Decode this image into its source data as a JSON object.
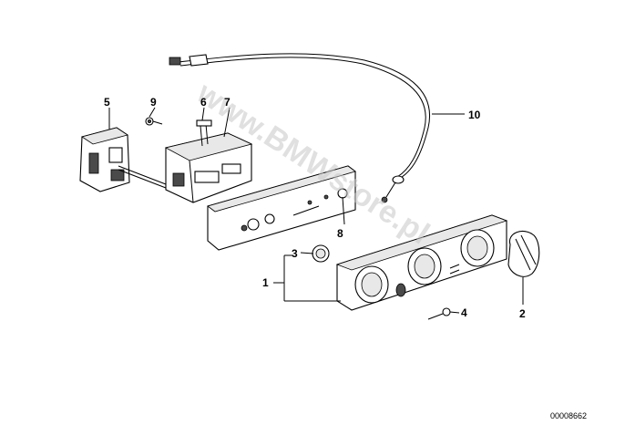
{
  "diagram": {
    "callouts": [
      {
        "id": "c1",
        "text": "1"
      },
      {
        "id": "c2",
        "text": "2"
      },
      {
        "id": "c3",
        "text": "3"
      },
      {
        "id": "c4",
        "text": "4"
      },
      {
        "id": "c5",
        "text": "5"
      },
      {
        "id": "c6",
        "text": "6"
      },
      {
        "id": "c7",
        "text": "7"
      },
      {
        "id": "c8",
        "text": "8"
      },
      {
        "id": "c9",
        "text": "9"
      },
      {
        "id": "c10",
        "text": "10"
      }
    ],
    "watermark": "www.BMWstore.pl",
    "diagram_code": "00008662"
  }
}
